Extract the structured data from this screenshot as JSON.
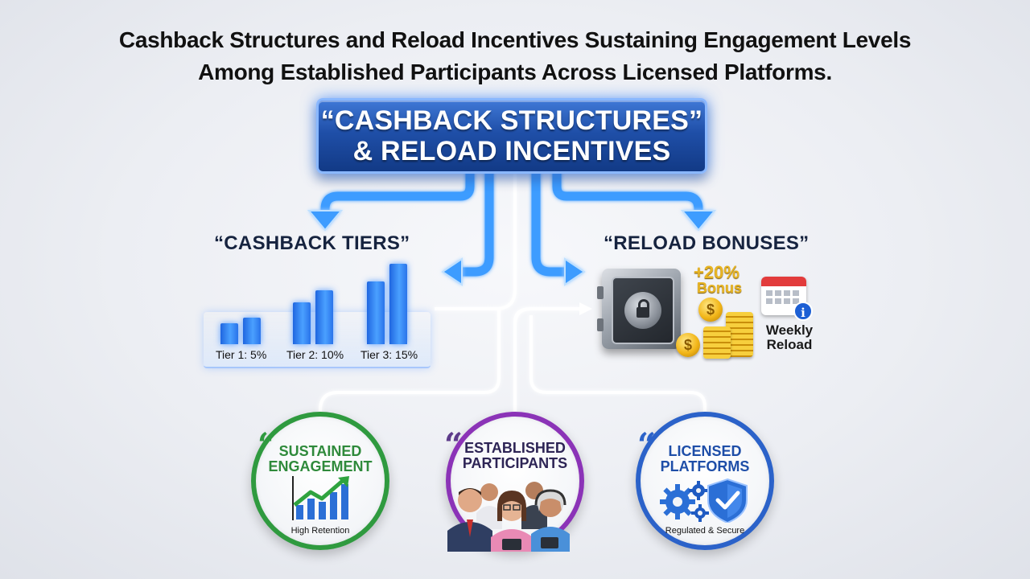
{
  "title": {
    "line1": "Cashback Structures and Reload Incentives Sustaining Engagement Levels",
    "line2": "Among Established Participants Across Licensed Platforms."
  },
  "hero": {
    "line1": "“CASHBACK STRUCTURES”",
    "line2": "& RELOAD INCENTIVES"
  },
  "cashback": {
    "heading": "“CASHBACK TIERS”",
    "tiers": [
      {
        "label": "Tier 1: 5%",
        "value": 5
      },
      {
        "label": "Tier 2: 10%",
        "value": 10
      },
      {
        "label": "Tier 3: 15%",
        "value": 15
      }
    ]
  },
  "reload": {
    "heading": "“RELOAD BONUSES”",
    "bonus_pct": "+20%",
    "bonus_word": "Bonus",
    "coin_symbol": "$",
    "weekly_line1": "Weekly",
    "weekly_line2": "Reload",
    "info_symbol": "i"
  },
  "circles": [
    {
      "title_line1": "SUSTAINED",
      "title_line2": "ENGAGEMENT",
      "caption": "High Retention",
      "color": "#2f9a3f",
      "icon": "growth-chart-icon"
    },
    {
      "title_line1": "ESTABLISHED",
      "title_line2": "PARTICIPANTS",
      "caption": "",
      "color": "#8b33b7",
      "icon": "people-group-icon"
    },
    {
      "title_line1": "LICENSED",
      "title_line2": "PLATFORMS",
      "caption": "Regulated & Secure",
      "color": "#2b62c9",
      "icon": "gear-shield-icon"
    }
  ],
  "quote_glyph": "“",
  "colors": {
    "arrow_blue": "#3c9cff",
    "hero_blue": "#1f4fa8",
    "connector_white": "#ffffff",
    "coin_gold": "#f2b619"
  }
}
